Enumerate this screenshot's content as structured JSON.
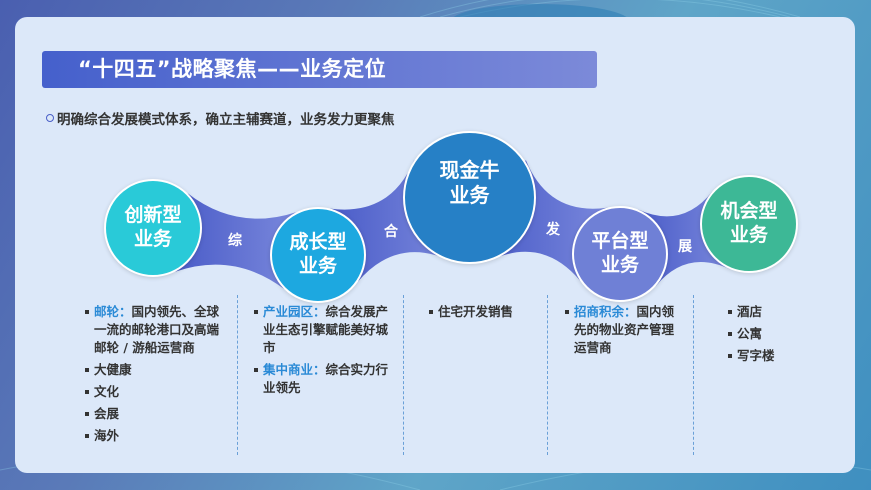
{
  "title": "“十四五”战略聚焦——业务定位",
  "subtitle": "明确综合发展模式体系，确立主辅赛道，业务发力更聚焦",
  "circles": [
    {
      "label1": "创新型",
      "label2": "业务",
      "color": "#29cad8"
    },
    {
      "label1": "成长型",
      "label2": "业务",
      "color": "#1da8e0"
    },
    {
      "label1": "现金牛",
      "label2": "业务",
      "color": "#2680c6"
    },
    {
      "label1": "平台型",
      "label2": "业务",
      "color": "#6f80d6"
    },
    {
      "label1": "机会型",
      "label2": "业务",
      "color": "#3db896"
    }
  ],
  "connectors": [
    "综",
    "合",
    "发",
    "展"
  ],
  "columns": [
    [
      {
        "key": "邮轮：",
        "text": "国内领先、全球一流的邮轮港口及高端邮轮 / 游船运营商"
      },
      {
        "text": "大健康"
      },
      {
        "text": "文化"
      },
      {
        "text": "会展"
      },
      {
        "text": "海外"
      }
    ],
    [
      {
        "key": "产业园区：",
        "text": "综合发展产业生态引擎赋能美好城市"
      },
      {
        "key": "集中商业：",
        "text": "综合实力行业领先"
      }
    ],
    [
      {
        "text": "住宅开发销售"
      }
    ],
    [
      {
        "key": "招商积余：",
        "text": "国内领先的物业资产管理运营商"
      }
    ],
    [
      {
        "text": "酒店"
      },
      {
        "text": "公寓"
      },
      {
        "text": "写字楼"
      }
    ]
  ]
}
